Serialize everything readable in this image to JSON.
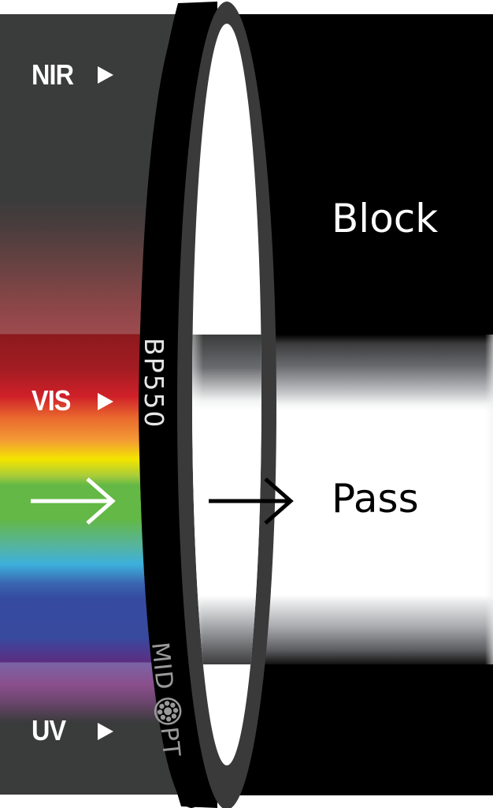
{
  "spectrum": {
    "labels": [
      {
        "id": "nir",
        "text": "NIR"
      },
      {
        "id": "vis",
        "text": "VIS"
      },
      {
        "id": "uv",
        "text": "UV"
      }
    ],
    "colors": {
      "background": "#3a3b3b",
      "red": "#cf2029",
      "orange": "#f39a34",
      "yellow": "#f3e500",
      "green": "#63b846",
      "cyan": "#3db0dc",
      "blue": "#354ba0",
      "violet": "#5a2e80"
    }
  },
  "filter": {
    "model": "BP550",
    "brand": "MIDOPT",
    "ring_color": "#000000",
    "rim_color": "#3a3a3a"
  },
  "output": {
    "block_label": "Block",
    "pass_label": "Pass"
  }
}
